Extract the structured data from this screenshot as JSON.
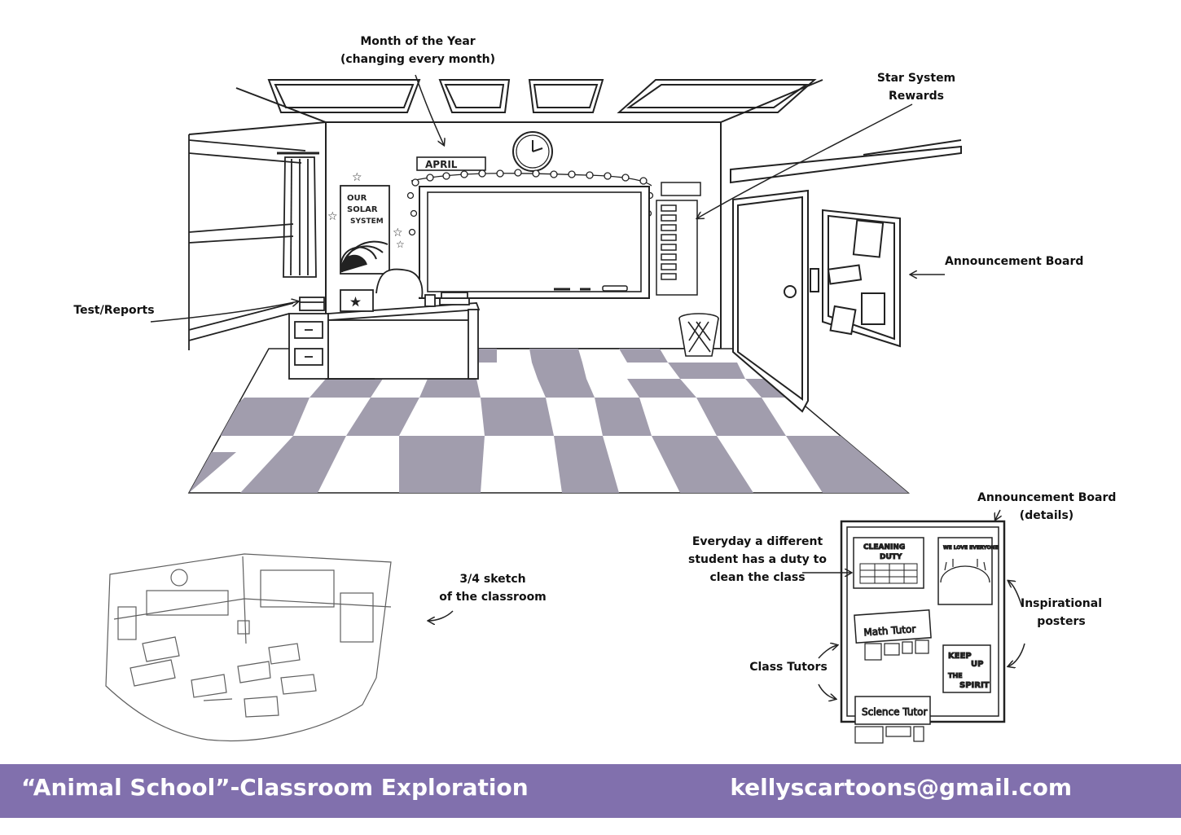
{
  "labels": {
    "month": [
      "Month of the Year",
      "(changing every month)"
    ],
    "star": [
      "Star System",
      "Rewards"
    ],
    "announcement": "Announcement Board",
    "test_reports": "Test/Reports",
    "sketch": [
      "3/4 sketch",
      "of the classroom"
    ],
    "board_details": [
      "Announcement Board",
      "(details)"
    ],
    "duty": [
      "Everyday a different",
      "student has a duty to",
      "clean the class"
    ],
    "posters": [
      "Inspirational",
      "posters"
    ],
    "tutors": "Class Tutors"
  },
  "artwork": {
    "month_sign": "APRIL",
    "solar_poster": [
      "OUR",
      "SOLAR",
      "SYSTEM"
    ],
    "cleaning_poster": [
      "CLEANING",
      "DUTY"
    ],
    "math_tutor": "Math Tutor",
    "science_tutor": "Science Tutor",
    "spirit_poster": [
      "KEEP",
      "UP",
      "THE",
      "SPIRIT"
    ],
    "globe_poster": "WE LOVE EVERYONE"
  },
  "footer": {
    "title": "“Animal School”-Classroom Exploration",
    "email": "kellyscartoons@gmail.com"
  },
  "colors": {
    "floor_tile": "#a19dad",
    "footer_bg": "#8170ad",
    "line": "#222222"
  }
}
